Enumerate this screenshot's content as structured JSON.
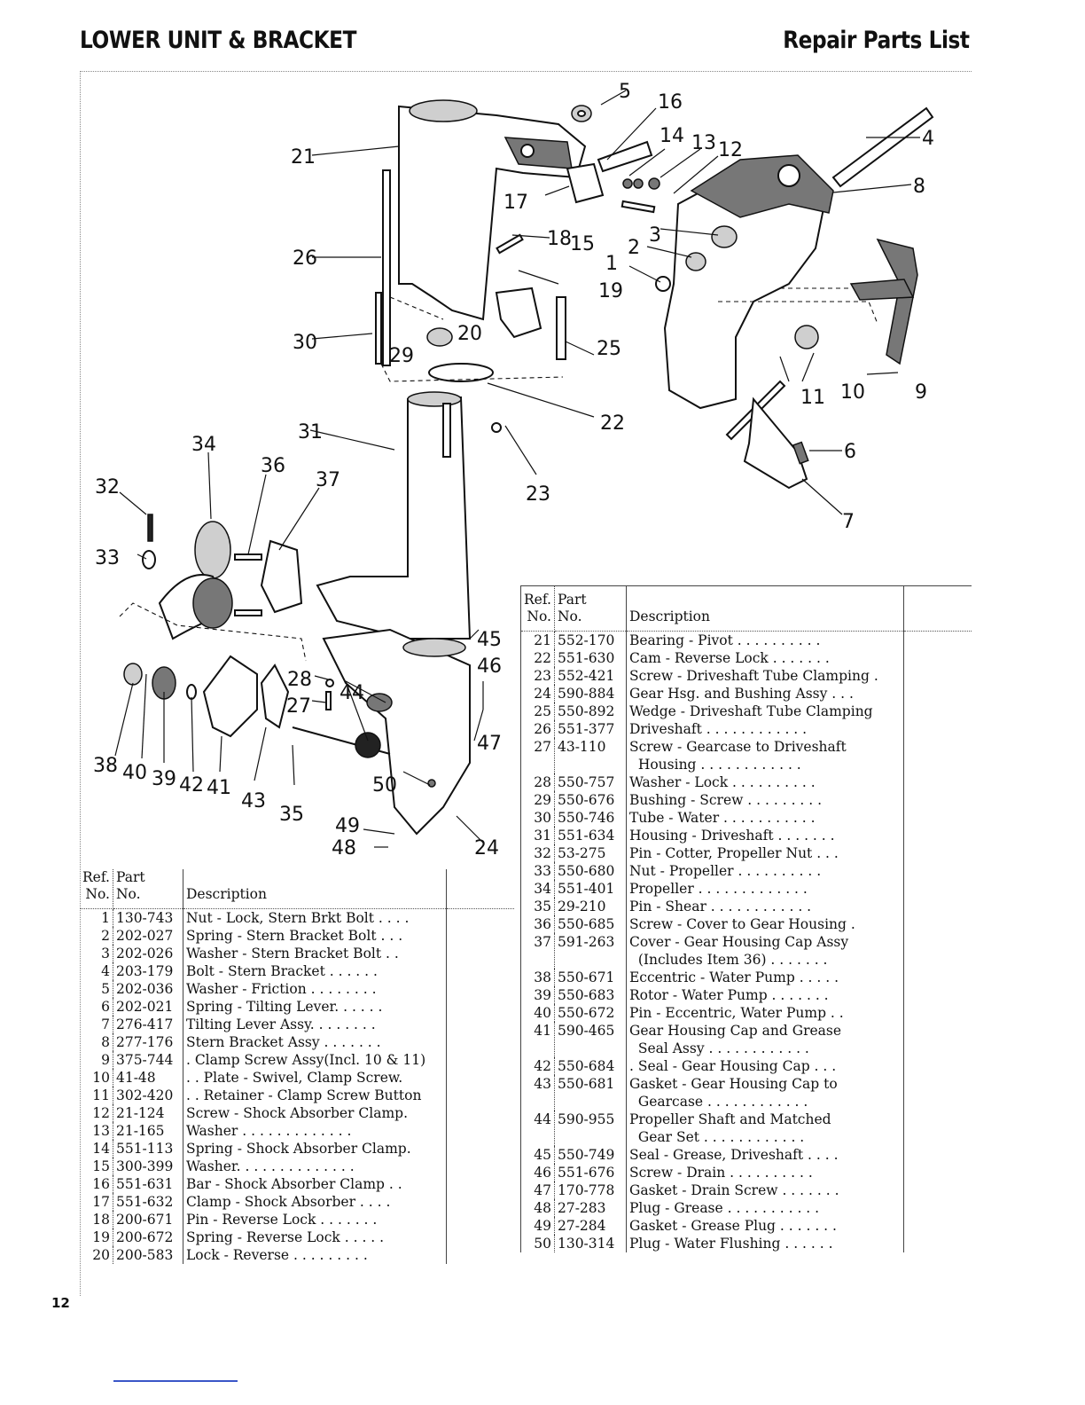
{
  "header": {
    "title_left": "LOWER UNIT & BRACKET",
    "title_right": "Repair Parts List"
  },
  "page_number": "12",
  "diagram_callouts": [
    "1",
    "2",
    "3",
    "4",
    "5",
    "6",
    "7",
    "8",
    "9",
    "10",
    "11",
    "12",
    "13",
    "14",
    "15",
    "16",
    "17",
    "18",
    "19",
    "20",
    "21",
    "22",
    "23",
    "24",
    "25",
    "26",
    "27",
    "28",
    "29",
    "30",
    "31",
    "32",
    "33",
    "34",
    "35",
    "36",
    "37",
    "38",
    "39",
    "40",
    "41",
    "42",
    "43",
    "44",
    "45",
    "46",
    "47",
    "48",
    "49",
    "50"
  ],
  "table_headers": {
    "ref": "Ref.",
    "ref2": "No.",
    "part": "Part",
    "part2": "No.",
    "description": "Description"
  },
  "parts_left": [
    {
      "ref": "1",
      "part": "130-743",
      "desc": "Nut - Lock, Stern Brkt Bolt . . . ."
    },
    {
      "ref": "2",
      "part": "202-027",
      "desc": "Spring - Stern Bracket Bolt . . ."
    },
    {
      "ref": "3",
      "part": "202-026",
      "desc": "Washer - Stern Bracket Bolt . ."
    },
    {
      "ref": "4",
      "part": "203-179",
      "desc": "Bolt - Stern Bracket . . . . . ."
    },
    {
      "ref": "5",
      "part": "202-036",
      "desc": "Washer - Friction . . . . . . . ."
    },
    {
      "ref": "6",
      "part": "202-021",
      "desc": "Spring - Tilting Lever. . . . . ."
    },
    {
      "ref": "7",
      "part": "276-417",
      "desc": "Tilting Lever Assy. . . . . . . ."
    },
    {
      "ref": "8",
      "part": "277-176",
      "desc": "Stern Bracket Assy . . . . . . ."
    },
    {
      "ref": "9",
      "part": "375-744",
      "desc": ". Clamp Screw Assy(Incl. 10 & 11)"
    },
    {
      "ref": "10",
      "part": "41-48",
      "desc": ". . Plate - Swivel, Clamp Screw."
    },
    {
      "ref": "11",
      "part": "302-420",
      "desc": ". . Retainer - Clamp Screw Button"
    },
    {
      "ref": "12",
      "part": "21-124",
      "desc": "Screw - Shock Absorber Clamp."
    },
    {
      "ref": "13",
      "part": "21-165",
      "desc": "Washer . . . . . . . . . . . . ."
    },
    {
      "ref": "14",
      "part": "551-113",
      "desc": "Spring - Shock Absorber Clamp."
    },
    {
      "ref": "15",
      "part": "300-399",
      "desc": "Washer. . . . . . . . . . . . . ."
    },
    {
      "ref": "16",
      "part": "551-631",
      "desc": "Bar - Shock Absorber Clamp . ."
    },
    {
      "ref": "17",
      "part": "551-632",
      "desc": "Clamp - Shock Absorber . . . ."
    },
    {
      "ref": "18",
      "part": "200-671",
      "desc": "Pin - Reverse Lock . . . . . . ."
    },
    {
      "ref": "19",
      "part": "200-672",
      "desc": "Spring - Reverse Lock . . . . ."
    },
    {
      "ref": "20",
      "part": "200-583",
      "desc": "Lock - Reverse . . . . . . . . ."
    }
  ],
  "parts_right": [
    {
      "ref": "21",
      "part": "552-170",
      "desc": "Bearing - Pivot . . . . . . . . . ."
    },
    {
      "ref": "22",
      "part": "551-630",
      "desc": "Cam - Reverse Lock . . . . . . ."
    },
    {
      "ref": "23",
      "part": "552-421",
      "desc": "Screw - Driveshaft Tube Clamping ."
    },
    {
      "ref": "24",
      "part": "590-884",
      "desc": "Gear Hsg. and Bushing Assy . . ."
    },
    {
      "ref": "25",
      "part": "550-892",
      "desc": "Wedge - Driveshaft Tube Clamping"
    },
    {
      "ref": "26",
      "part": "551-377",
      "desc": "Driveshaft . . . . . . . . . . . ."
    },
    {
      "ref": "27",
      "part": "43-110",
      "desc": "Screw - Gearcase to Driveshaft\n  Housing . . . . . . . . . . . ."
    },
    {
      "ref": "28",
      "part": "550-757",
      "desc": "Washer - Lock . . . . . . . . . ."
    },
    {
      "ref": "29",
      "part": "550-676",
      "desc": "Bushing - Screw . . . . . . . . ."
    },
    {
      "ref": "30",
      "part": "550-746",
      "desc": "Tube - Water . . . . . . . . . . ."
    },
    {
      "ref": "31",
      "part": "551-634",
      "desc": "Housing - Driveshaft . . . . . . ."
    },
    {
      "ref": "32",
      "part": "53-275",
      "desc": "Pin - Cotter, Propeller Nut . . ."
    },
    {
      "ref": "33",
      "part": "550-680",
      "desc": "Nut - Propeller . . . . . . . . . ."
    },
    {
      "ref": "34",
      "part": "551-401",
      "desc": "Propeller . . . . . . . . . . . . ."
    },
    {
      "ref": "35",
      "part": "29-210",
      "desc": "Pin - Shear . . . . . . . . . . . ."
    },
    {
      "ref": "36",
      "part": "550-685",
      "desc": "Screw - Cover to Gear Housing ."
    },
    {
      "ref": "37",
      "part": "591-263",
      "desc": "Cover - Gear Housing Cap Assy\n  (Includes Item 36) . . . . . . ."
    },
    {
      "ref": "38",
      "part": "550-671",
      "desc": "Eccentric - Water Pump . . . . ."
    },
    {
      "ref": "39",
      "part": "550-683",
      "desc": "Rotor - Water Pump . . . . . . ."
    },
    {
      "ref": "40",
      "part": "550-672",
      "desc": "Pin - Eccentric, Water Pump . ."
    },
    {
      "ref": "41",
      "part": "590-465",
      "desc": "Gear Housing Cap and Grease\n  Seal Assy . . . . . . . . . . . ."
    },
    {
      "ref": "42",
      "part": "550-684",
      "desc": ". Seal - Gear Housing Cap . . ."
    },
    {
      "ref": "43",
      "part": "550-681",
      "desc": "Gasket - Gear Housing Cap to\n  Gearcase . . . . . . . . . . . ."
    },
    {
      "ref": "44",
      "part": "590-955",
      "desc": "Propeller Shaft and Matched\n  Gear Set . . . . . . . . . . . ."
    },
    {
      "ref": "45",
      "part": "550-749",
      "desc": "Seal - Grease, Driveshaft . . . ."
    },
    {
      "ref": "46",
      "part": "551-676",
      "desc": "Screw - Drain . . . . . . . . . ."
    },
    {
      "ref": "47",
      "part": "170-778",
      "desc": "Gasket - Drain Screw . . . . . . ."
    },
    {
      "ref": "48",
      "part": "27-283",
      "desc": "Plug - Grease . . . . . . . . . . ."
    },
    {
      "ref": "49",
      "part": "27-284",
      "desc": "Gasket - Grease Plug . . . . . . ."
    },
    {
      "ref": "50",
      "part": "130-314",
      "desc": "Plug - Water Flushing . . . . . ."
    }
  ]
}
